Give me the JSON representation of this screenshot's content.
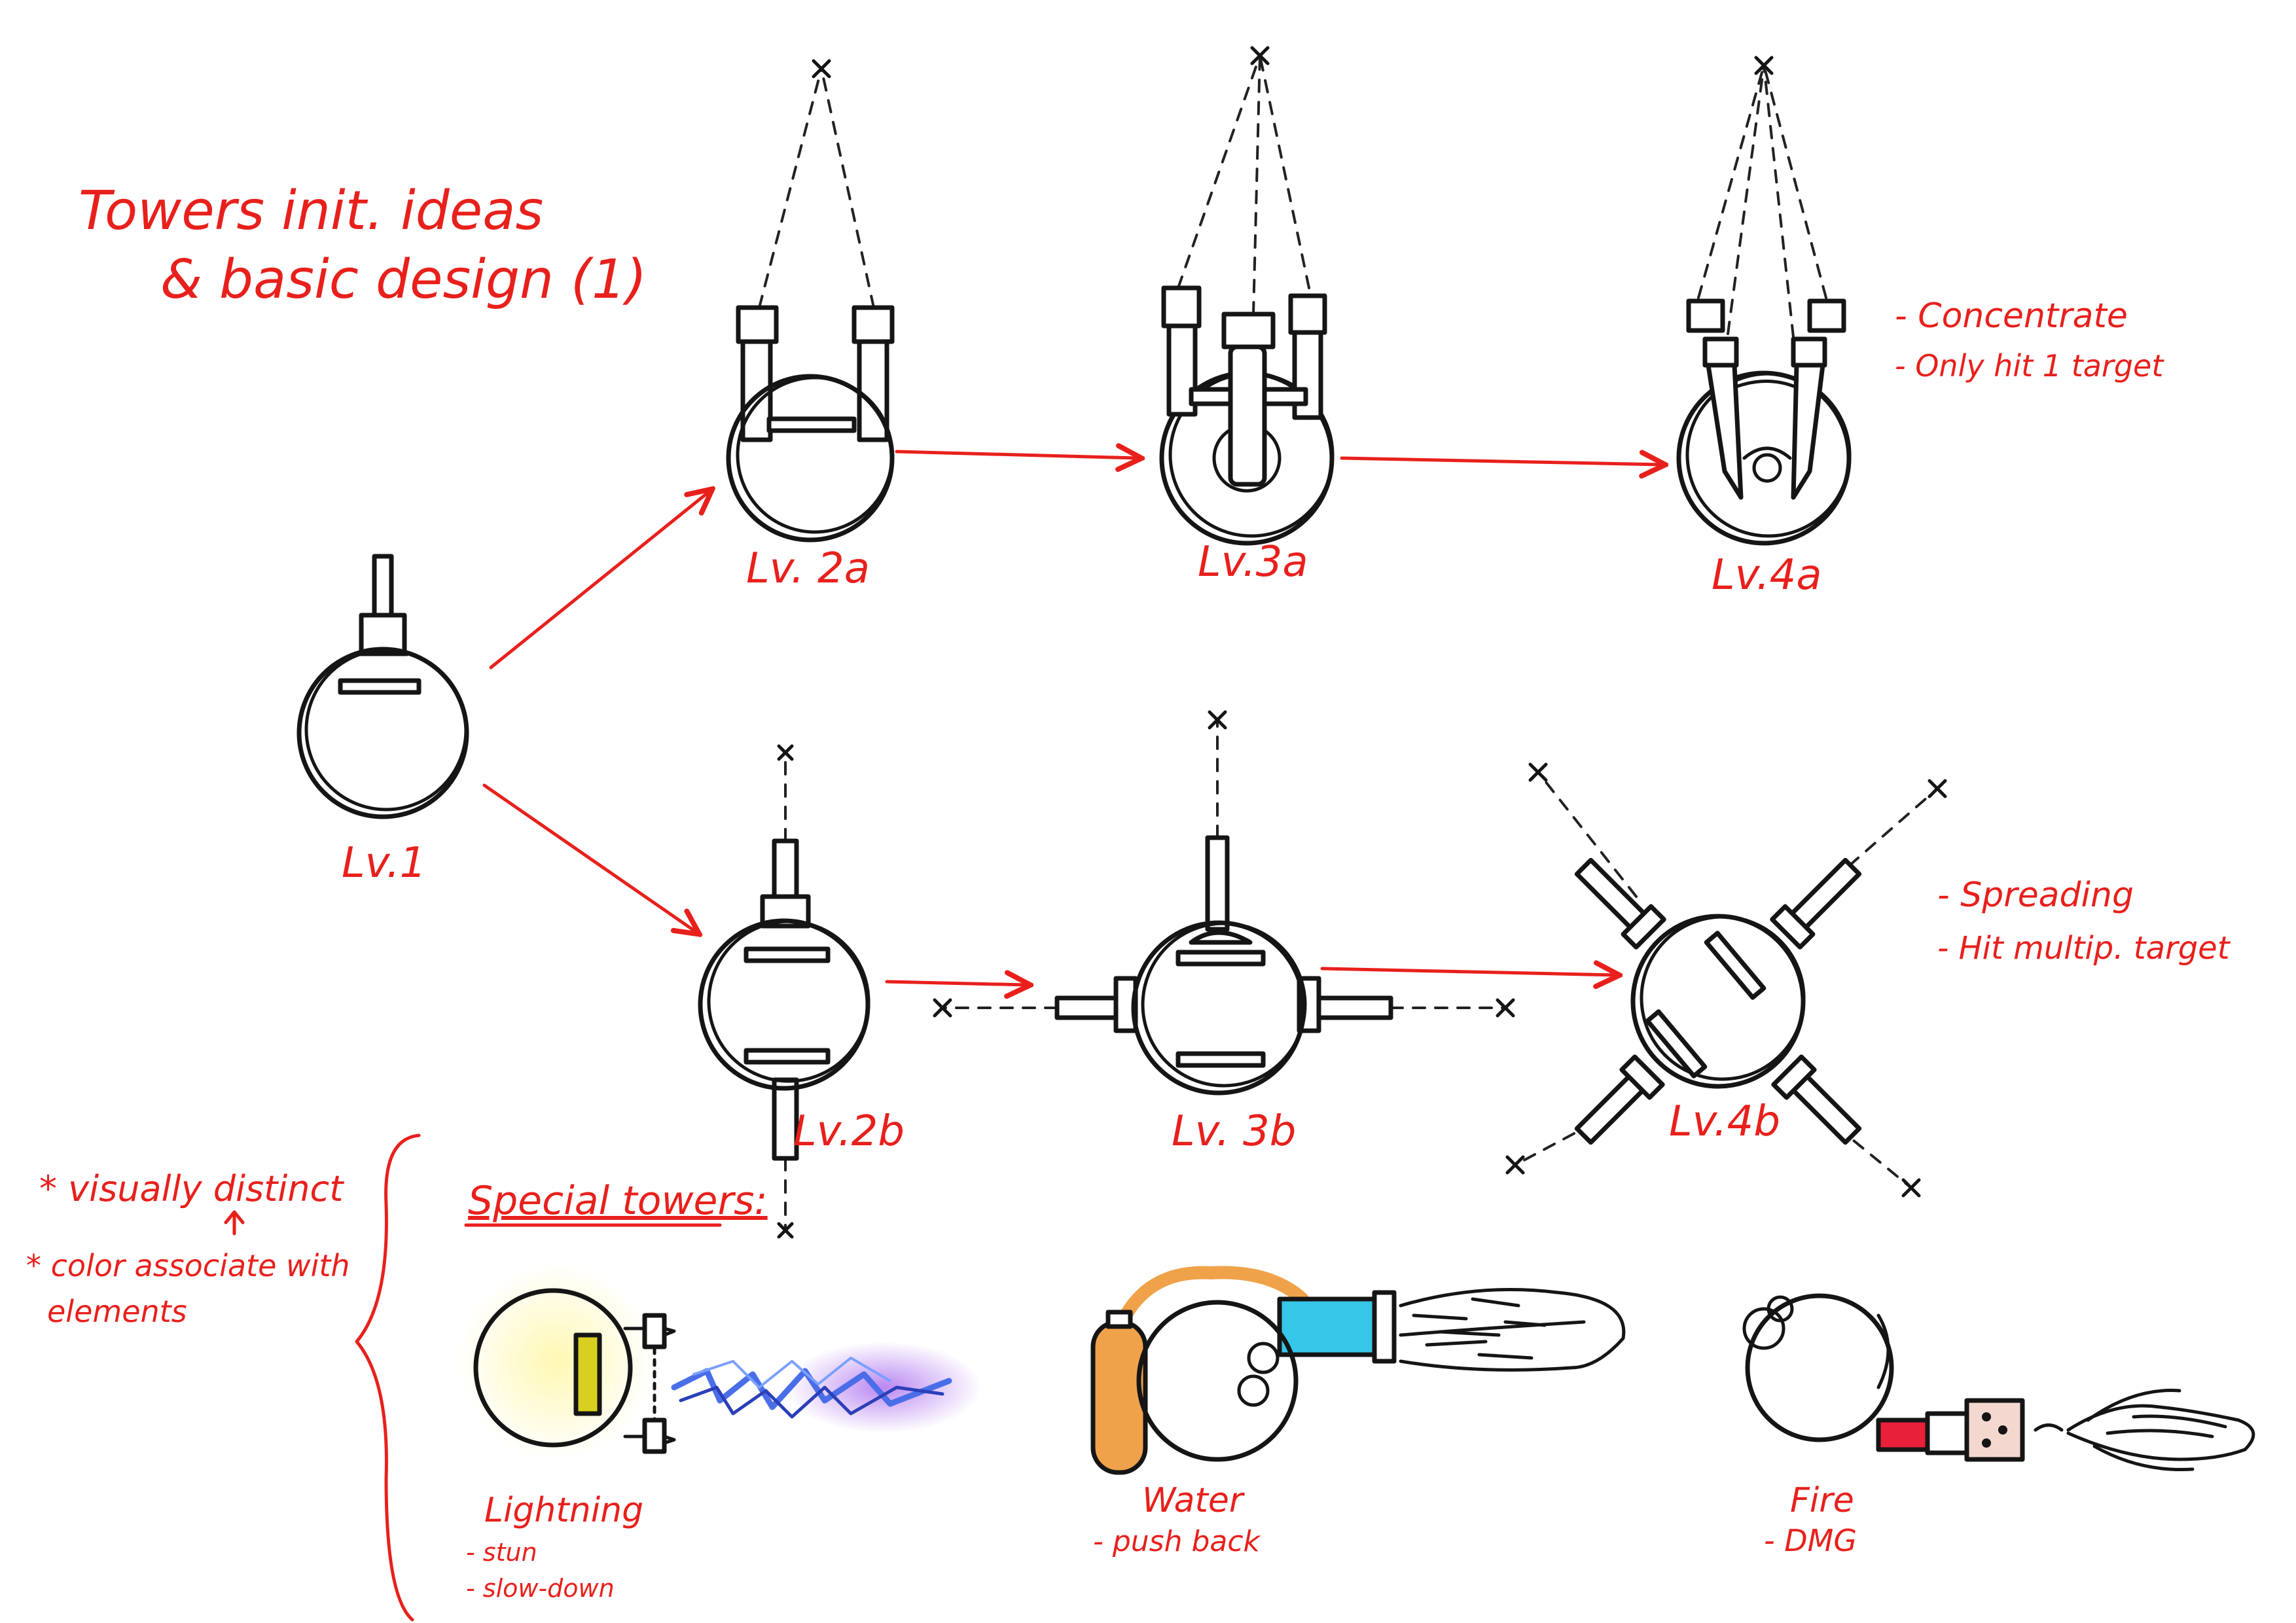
{
  "title": {
    "line1": "Towers init. ideas",
    "line2": "& basic design (1)"
  },
  "levels": {
    "lv1": "Lv.1",
    "lv2a": "Lv. 2a",
    "lv3a": "Lv.3a",
    "lv4a": "Lv.4a",
    "lv2b": "Lv.2b",
    "lv3b": "Lv. 3b",
    "lv4b": "Lv.4b"
  },
  "branch_a_notes": [
    "- Concentrate",
    "- Only hit 1 target"
  ],
  "branch_b_notes": [
    "- Spreading",
    "- Hit multip. target"
  ],
  "design_notes": [
    "* visually distinct",
    "* color associate with",
    "elements"
  ],
  "special_heading": "Special towers:",
  "special_towers": [
    {
      "name": "Lightning",
      "effects": [
        "- stun",
        "- slow-down"
      ],
      "color": "#f2ea2e"
    },
    {
      "name": "Water",
      "effects": [
        "- push back"
      ],
      "color": "#36c6e8"
    },
    {
      "name": "Fire",
      "effects": [
        "- DMG"
      ],
      "color": "#f2501c"
    }
  ],
  "colors": {
    "annotation": "#e8201c",
    "ink": "#151515",
    "lightning_body": "#f2ea2e",
    "lightning_bolt": "#4a6ee8",
    "lightning_glow": "#9a5ae0",
    "water_body": "#36c6e8",
    "water_tank": "#f0a24a",
    "fire_body": "#f2501c",
    "fire_accent": "#e8203a"
  }
}
